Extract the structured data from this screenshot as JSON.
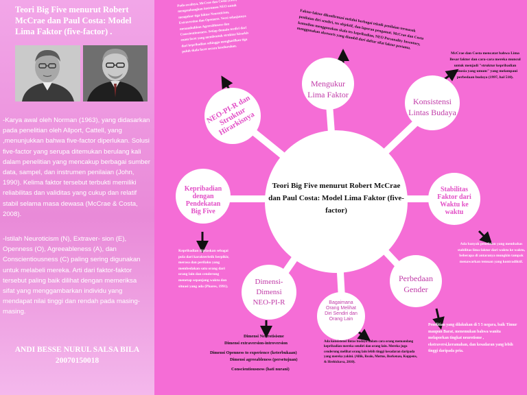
{
  "left": {
    "title": "Teori Big Five menurut Robert McCrae dan Paul Costa: Model Lima Faktor (five-factor) .",
    "paragraph1": "-Karya awal oleh Norman (1963), yang didasarkan pada penelitian oleh Allport, Cattell, yang ,menunjukkan bahwa five-factor diperlukan. Solusi five-factor yang serupa ditemukan berulang kali dalam penelitian yang mencakup berbagai sumber data, sampel, dan instrumen penilaian (John, 1990). Kelima faktor tersebut terbukti memiliki reliabilitas dan validitas yang cukup dan relatif stabil selama masa dewasa (McCrae & Costa, 2008).",
    "paragraph2": "-Istilah Neuroticism (N), Extraver- sion (E), Openness (O), Agreeableness (A), dan Conscientiousness (C) paling sering digunakan untuk melabeli mereka. Arti dari faktor-faktor tersebut paling baik dilihat dengan memeriksa sifat yang menggambarkan individu yang mendapat nilai tinggi dan rendah pada masing-masing.",
    "author_name": "ANDI BESSE NURUL SALSA BILA",
    "author_id": "20070150018"
  },
  "center": {
    "title": "Teori Big Five menurut Robert McCrae dan Paul Costa: Model Lima Faktor (five-factor)"
  },
  "nodes": {
    "mengukur": "Mengukur Lima Faktor",
    "konsistensi": "Konsistensi Lintas Budaya",
    "stabilitas": "Stabilitas Faktor dari Waktu ke waktu",
    "perbedaan": "Perbedaan Gender",
    "bagaimana": "Bagaimana Orang Melihat Diri Sendiri dan Orang Lain",
    "dimensi": "Dimensi-Dimensi NEO-PI-R",
    "kepribadian": "Kepribadian dengan Pendekatan Big Five",
    "neo": "NEO-PI-R dan Struktur Hirarkisnya"
  },
  "notes": {
    "mengukur": "Faktor-faktor dikonfirmasi melalui berbagai teknik penilaian termasuk penilaian diri sendiri, tes objektif, dan laporan pengamat. McCrae dan Costa kemudian menggunakan skala tes kepribadian, NEO Personality Inventory, menggunakan aksesoris yang diambil dari daftar sifat faktor pertama.",
    "konsistensi": "McCrae dan Costa mencatat bahwa Lima Besar faktor dan cara-cara mereka muncul untuk menjadi \"struktur kepribadian manusia yang umum\" yang melampaui perbedaan budaya (1997, hal 510).",
    "stabilitas": "Ada banyak penelitian yang membahas stabilitas lima faktor dari waktu ke waktu, beberapa di antaranya mungkin tampak menawarkan temuan yang kontradiktif.",
    "perbedaan": "Penelitian yang dilakukan di 5 5 negara, baik Timur maupun Barat, menemukan bahwa wanita melaporkan tingkat neurotisme , ekstraversi,keramahan, dan kesadaran yang lebih tinggi daripada pria.",
    "bagaimana": "Ada konsistensi lintas budaya dalam cara orang memandang kepribadian mereka sendiri dan orang lain. Mereka juga cenderung melihat orang lain lebih tinggi kesadaran daripada yang mereka yakini. (Allik, Realo, Mottus, Borkenau, Kuppens, & Hrebickova, 2010).",
    "kepribadian": "Kepribadian dijelaskan sebagai pola dari karakteristik berpikir, merasa dan perilaku yang membedakan satu orang dari orang lain dan cenderung menetap sepanjang waktu dan situasi yang ada (Phares, 1991).",
    "neo": "Pada awalnya, McCrae dan Costa (1985) mengembangkan instrumen NEO untuk mengukur tiga faktor Neuroticism, Extraversion dan Openness. Versi selanjutnya menambahkan Agreeableness dan Conscientiousness. Setiap domain terdiri dari enam facet yang membentuk struktur hirarkis dari kepribadian sehingga menghasilkan tiga puluh skala facet secara keseluruhan."
  },
  "dimensions": [
    "Dimensi Neurotisisme",
    "Dimensi extraversion-introversion",
    "Dimensi Openness to experience (keterbukaan)",
    "Dimensi agreeableness (persetujuan)",
    "Conscientiousness (hati nurani)"
  ],
  "colors": {
    "left_bg": "#ed95dc",
    "right_bg": "#f56dd6",
    "node_text": "#c03aa7",
    "node_bold": "#e24fc6"
  }
}
